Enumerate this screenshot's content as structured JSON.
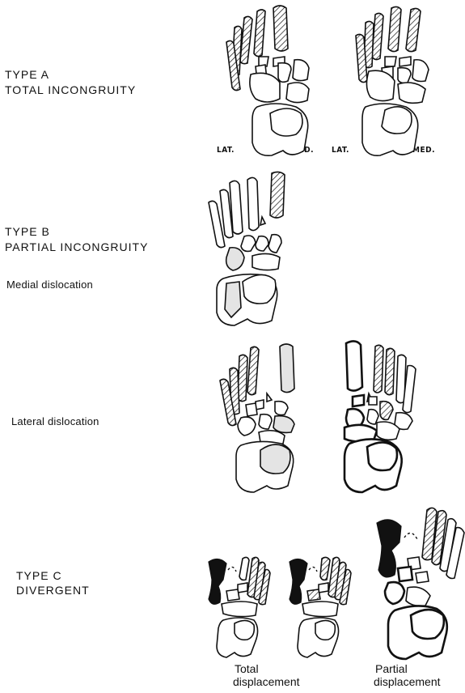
{
  "type_a": {
    "title": "TYPE A",
    "subtitle": "TOTAL INCONGRUITY",
    "lat_label": "LAT.",
    "med_label": "MED."
  },
  "type_b": {
    "title": "TYPE B",
    "subtitle": "PARTIAL INCONGRUITY",
    "medial": "Medial dislocation",
    "lateral": "Lateral dislocation"
  },
  "type_c": {
    "title": "TYPE C",
    "subtitle": "DIVERGENT",
    "total_1": "Total",
    "total_2": "displacement",
    "partial_1": "Partial",
    "partial_2": "displacement"
  }
}
